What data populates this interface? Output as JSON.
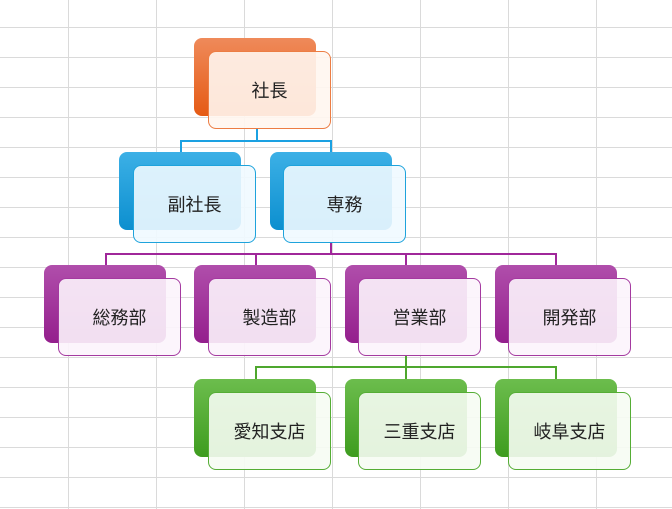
{
  "nodes": {
    "president": "社長",
    "vice_president": "副社長",
    "senior_director": "専務",
    "general_affairs": "総務部",
    "manufacturing": "製造部",
    "sales": "営業部",
    "development": "開発部",
    "aichi_branch": "愛知支店",
    "mie_branch": "三重支店",
    "gifu_branch": "岐阜支店"
  },
  "colors": {
    "level1": "#e8692a",
    "level2": "#1ba1e2",
    "level3": "#a0279a",
    "level4": "#4ea72e"
  }
}
